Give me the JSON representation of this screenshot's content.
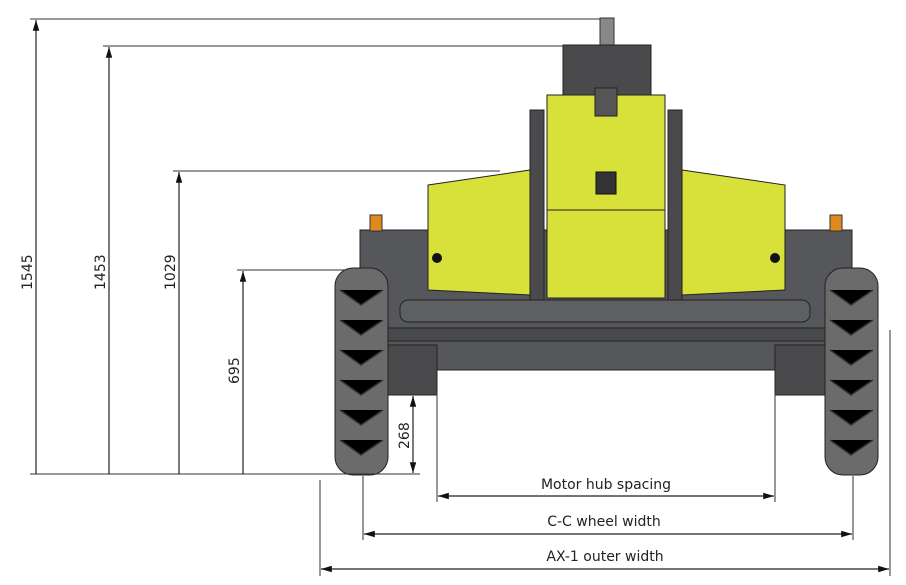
{
  "vertical_dimensions": [
    {
      "label": "1545"
    },
    {
      "label": "1453"
    },
    {
      "label": "1029"
    },
    {
      "label": "695"
    },
    {
      "label": "268"
    }
  ],
  "horizontal_dimensions": [
    {
      "label": "Motor hub spacing"
    },
    {
      "label": "C-C wheel width"
    },
    {
      "label": "AX-1 outer width"
    }
  ],
  "colors": {
    "body": "#d8e03a",
    "frame": "#4a4a4c",
    "tire": "#6b6b6b",
    "beacon": "#e08a1e"
  }
}
